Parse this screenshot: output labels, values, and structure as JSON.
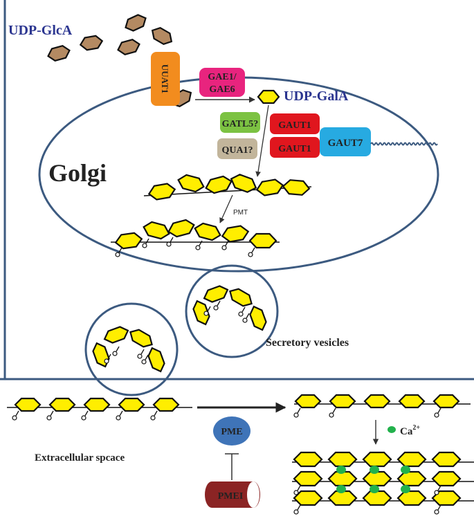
{
  "labels": {
    "udp_glca": "UDP-GlcA",
    "udp_gala": "UDP-GalA",
    "golgi": "Golgi",
    "secretory_vesicles": "Secretory vesicles",
    "extracellular_space": "Extracellular spcace",
    "pmt": "PMT",
    "calcium_base": "Ca",
    "calcium_charge": "2+"
  },
  "enzymes": {
    "uuat1": "UUAT1",
    "gae_line1": "GAE1/",
    "gae_line2": "GAE6",
    "gatl5": "GATL5?",
    "qua1": "QUA1?",
    "gaut1_top": "GAUT1",
    "gaut1_bottom": "GAUT1",
    "gaut7": "GAUT7",
    "pme": "PME",
    "pmei": "PMEI"
  },
  "colors": {
    "membrane": "#3c5a80",
    "sugar_yellow": "#ffee00",
    "sugar_brown": "#b48a62",
    "uuat1": "#f28c1e",
    "gae": "#e8247e",
    "gatl5": "#7cc242",
    "qua1": "#c2b59b",
    "gaut1": "#e0161e",
    "gaut7": "#27aae1",
    "pme": "#3f74b8",
    "pmei": "#8b2424",
    "calcium": "#22b14c",
    "text_blue": "#2b3590"
  }
}
